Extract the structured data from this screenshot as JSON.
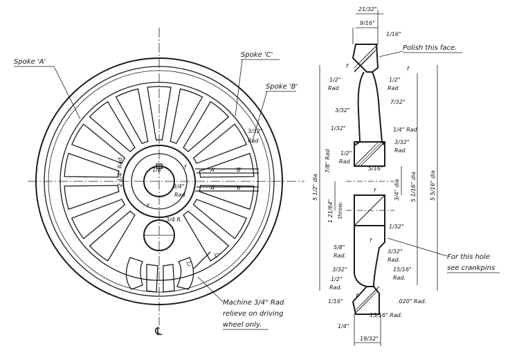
{
  "labels": {
    "spoke_a": "Spoke 'A'",
    "spoke_c": "Spoke 'C'",
    "spoke_b": "Spoke 'B'",
    "polish": "Polish this face.",
    "crankpin1": "For this hole",
    "crankpin2": "see crankpins",
    "machine1": "Machine 3/4\" Rad",
    "machine2": "relieve on driving",
    "machine3": "wheel only.",
    "cl": "℄"
  },
  "dims": {
    "d21_32": "21/32\"",
    "d9_16": "9/16\"",
    "d1_16_top": "1/16\"",
    "d1_2_rad_l": "1/2\"",
    "d1_2_rad_l2": "Rad",
    "d1_2_rad_r": "1/2\"",
    "d1_2_rad_r2": "Rad",
    "d7_32": "7/32\"",
    "d3_32_a": "3/32\"",
    "d1_32_a": "1/32\"",
    "d1_4_rad": "1/4\" Rad",
    "d3_32_rad_b": "3/32\"",
    "d3_32_rad_b2": "Rad",
    "d7_8_rad": "7/8\" Rad",
    "d1_2_rad_c": "1/2\"",
    "d1_2_rad_c2": "Rad",
    "d5_16": "5/16\"",
    "d3_4_dia": "3/4\" dia",
    "d5_1_16_dia": "5 1/16\" dia",
    "d5_1_2_dia": "5 1/2\" dia",
    "d5_5_16_dia": "5 5/16\" dia",
    "d1_21_64": "1 21/64\"",
    "throw": "throw.",
    "d1_32_b": "1/32\"",
    "d5_8_rad": "5/8\"",
    "d5_8_rad2": "Rad.",
    "d3_32_rad_c": "3/32\"",
    "d3_32_rad_c2": "Rad.",
    "d3_32_d": "3/32\"",
    "d15_16_rad": "15/16\"",
    "d15_16_rad2": "Rad.",
    "d1_2_rad_d": "1/2\"",
    "d1_2_rad_d2": "Rad.",
    "d020_rad": ".020\" Rad.",
    "d1_16_bot": "1/16\"",
    "d15_16_rad_b": "15/16\" Rad.",
    "d1_4": "1/4\"",
    "d19_32": "19/32\"",
    "d3_32_spoke": "3/32\"",
    "d3_32_spoke2": "Rad",
    "d1_8": "1/8\"",
    "d2_1_4_rad": "2 1/4\" Rad",
    "d3_4_rad": "3/4\"",
    "d3_4_rad2": "Rad",
    "d3_4_r": "3/4 R.",
    "sec_a1": "'A'",
    "sec_a2": "'A'",
    "sec_b1": "'B'",
    "sec_b2": "'B'",
    "sec_c1": "'C'",
    "sec_c2": "'C'",
    "f1": "f",
    "f2": "f",
    "f3": "f",
    "f4": "f",
    "f5": "f",
    "f6": "f",
    "f7": "f"
  }
}
